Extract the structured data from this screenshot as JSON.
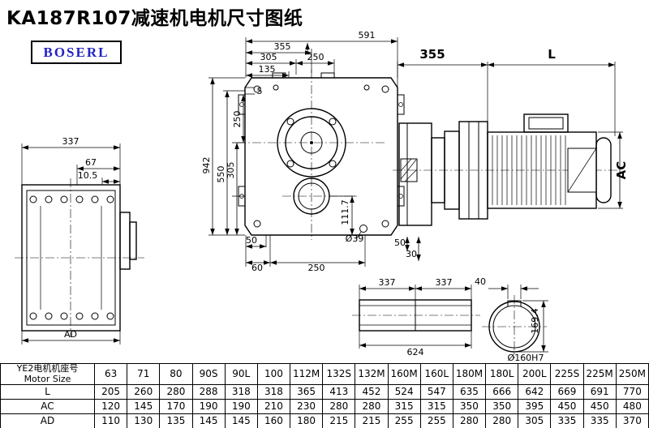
{
  "title": "KA187R107减速机电机尺寸图纸",
  "brand": "BOSERL",
  "views": {
    "left": {
      "d337": "337",
      "d67": "67",
      "d10_5": "10.5",
      "dAD": "AD"
    },
    "front": {
      "d591": "591",
      "d355": "355",
      "d305_top": "305",
      "d250_top": "250",
      "d135": "135",
      "d5": "5",
      "d250_left": "250",
      "d305_left": "305",
      "d550": "550",
      "d942": "942",
      "d111_7": "111.7",
      "d50_bl": "50",
      "d60": "60",
      "d250_bot": "250",
      "d39": "Ø39",
      "d50_br": "50",
      "d30": "30"
    },
    "motor": {
      "d355": "355",
      "dL": "L",
      "dAC": "AC"
    },
    "shaft": {
      "d337_a": "337",
      "d337_b": "337",
      "d624": "624"
    },
    "bore": {
      "d40": "40",
      "d169_4": "169.4",
      "d160": "Ø160H7"
    }
  },
  "table": {
    "header_cn": "YE2电机机座号",
    "header_en": "Motor Size",
    "sizes": [
      "63",
      "71",
      "80",
      "90S",
      "90L",
      "100",
      "112M",
      "132S",
      "132M",
      "160M",
      "160L",
      "180M",
      "180L",
      "200L",
      "225S",
      "225M",
      "250M"
    ],
    "rows": [
      {
        "label": "L",
        "values": [
          "205",
          "260",
          "280",
          "288",
          "318",
          "318",
          "365",
          "413",
          "452",
          "524",
          "547",
          "635",
          "666",
          "642",
          "669",
          "691",
          "770"
        ]
      },
      {
        "label": "AC",
        "values": [
          "120",
          "145",
          "170",
          "190",
          "190",
          "210",
          "230",
          "280",
          "280",
          "315",
          "315",
          "350",
          "350",
          "395",
          "450",
          "450",
          "480"
        ]
      },
      {
        "label": "AD",
        "values": [
          "110",
          "130",
          "135",
          "145",
          "145",
          "160",
          "180",
          "215",
          "215",
          "255",
          "255",
          "280",
          "280",
          "305",
          "335",
          "335",
          "370"
        ]
      }
    ]
  }
}
